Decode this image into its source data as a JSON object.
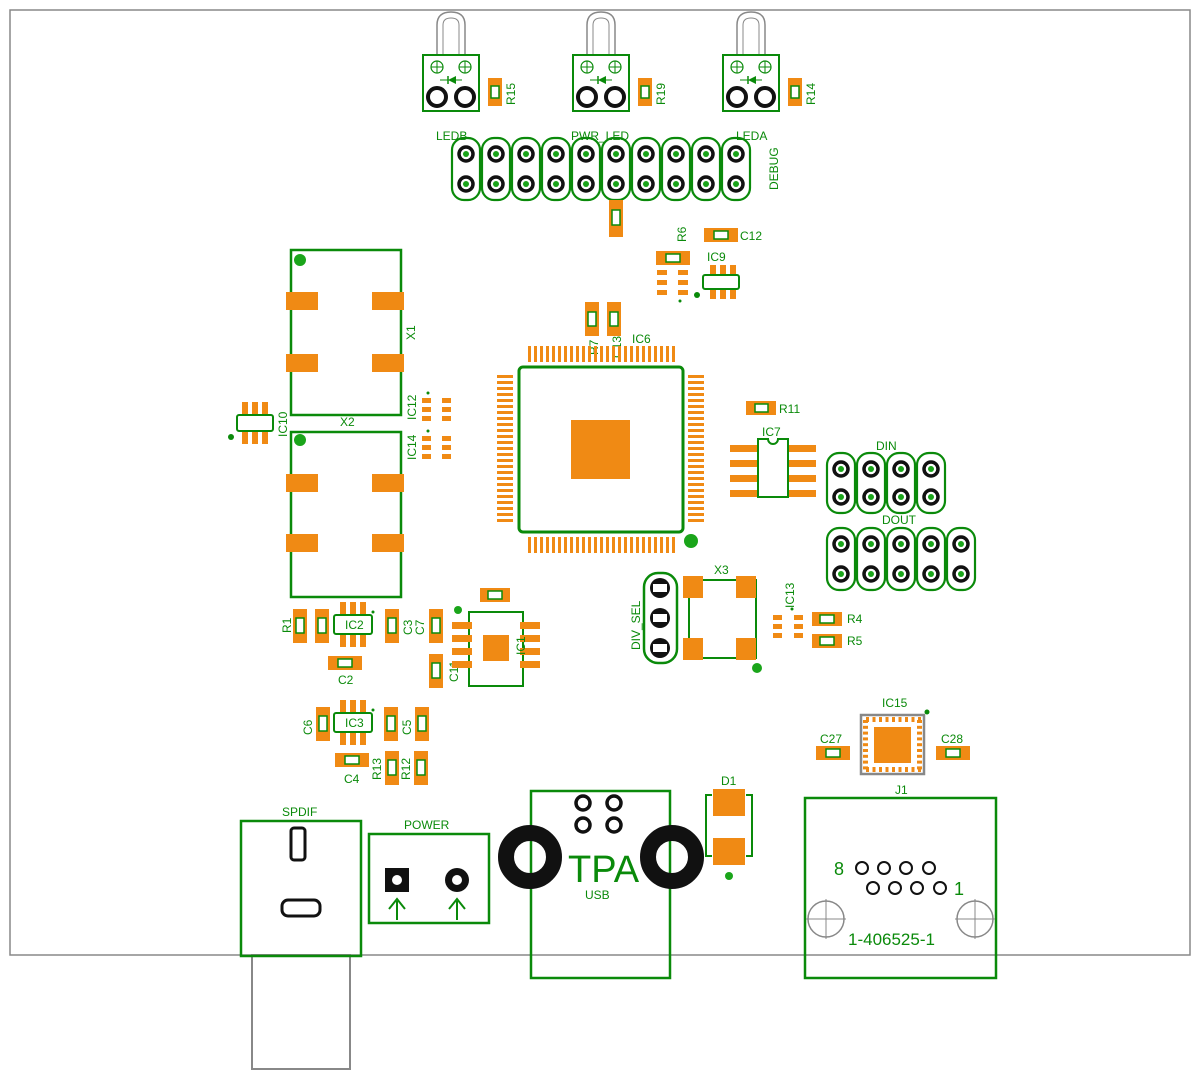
{
  "colors": {
    "silk": "#0a8a0a",
    "pad": "#f08a14",
    "hole": "#111111",
    "outline": "#888888",
    "via": "#1aa51a",
    "background": "#ffffff"
  },
  "labels": {
    "ledb": "LEDB",
    "pwr_led": "PWR_LED",
    "leda": "LEDA",
    "debug": "DEBUG",
    "r15": "R15",
    "r19": "R19",
    "r14": "R14",
    "r6": "R6",
    "c12": "C12",
    "ic9": "IC9",
    "x1": "X1",
    "x2": "X2",
    "ic12": "IC12",
    "ic14": "IC14",
    "ic10": "IC10",
    "r7": "R7",
    "c13": "C13",
    "ic6": "IC6",
    "r11": "R11",
    "ic7": "IC7",
    "din": "DIN",
    "dout": "DOUT",
    "div_sel": "DIV_SEL",
    "x3": "X3",
    "ic13": "IC13",
    "r4": "R4",
    "r5": "R5",
    "r1": "R1",
    "ic2": "IC2",
    "c3": "C3",
    "c7": "C7",
    "c2": "C2",
    "c11": "C11",
    "ic1": "IC1",
    "c6": "C6",
    "ic3": "IC3",
    "c5": "C5",
    "c4": "C4",
    "r13": "R13",
    "r12": "R12",
    "ic15": "IC15",
    "c27": "C27",
    "c28": "C28",
    "j1": "J1",
    "d1": "D1",
    "spdif": "SPDIF",
    "power": "POWER",
    "tpa": "TPA",
    "usb": "USB",
    "rj_pin8": "8",
    "rj_pin1": "1",
    "rj_part": "1-406525-1"
  }
}
